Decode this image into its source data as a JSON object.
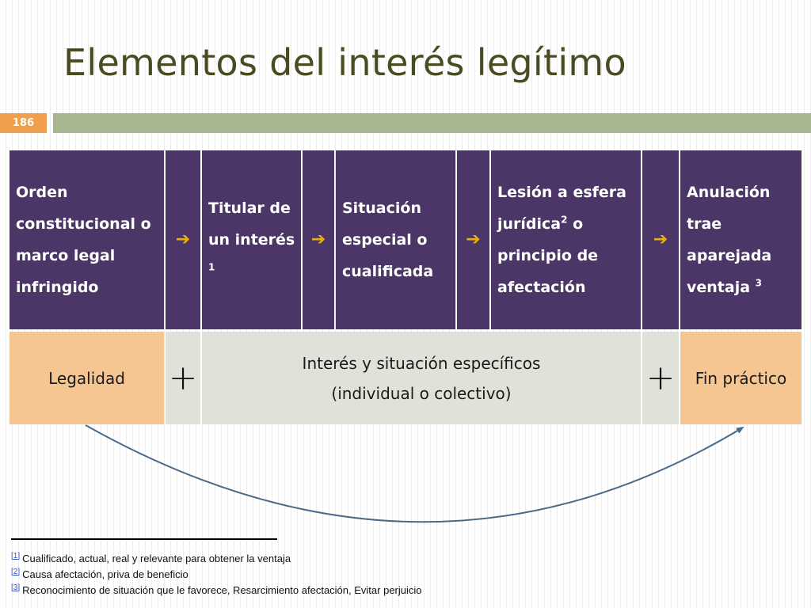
{
  "slide": {
    "title": "Elementos del interés legítimo",
    "number": "186"
  },
  "top_row": {
    "col1": "Orden constitucional o marco legal infringido",
    "col2": "Titular de un interés",
    "col2_sup": "1",
    "col3": "Situación especial o cualificada",
    "col4_a": "Lesión a esfera jurídica",
    "col4_sup": "2",
    "col4_b": "o principio de afectación",
    "col5": "Anulación trae aparejada ventaja",
    "col5_sup": "3",
    "arrow_icon": "right-arrow-icon"
  },
  "bottom_row": {
    "left": "Legalidad",
    "plus": "+",
    "middle_line1": "Interés y situación específicos",
    "middle_line2": "(individual o colectivo)",
    "right": "Fin práctico"
  },
  "footnotes": [
    {
      "ref": "[1]",
      "text": "Cualificado, actual, real y relevante para obtener la ventaja"
    },
    {
      "ref": "[2]",
      "text": "Causa afectación, priva de beneficio"
    },
    {
      "ref": "[3]",
      "text": "Reconocimiento de situación que le favorece, Resarcimiento afectación, Evitar perjuicio"
    }
  ],
  "colors": {
    "title": "#4b4b22",
    "header_fill": "#4b3667",
    "arrow": "#f0b000",
    "orange_fill": "#f6c692",
    "grey_fill": "#e0e2da",
    "rule_bar": "#a7b68f",
    "slide_number_bg": "#f0a04c"
  }
}
